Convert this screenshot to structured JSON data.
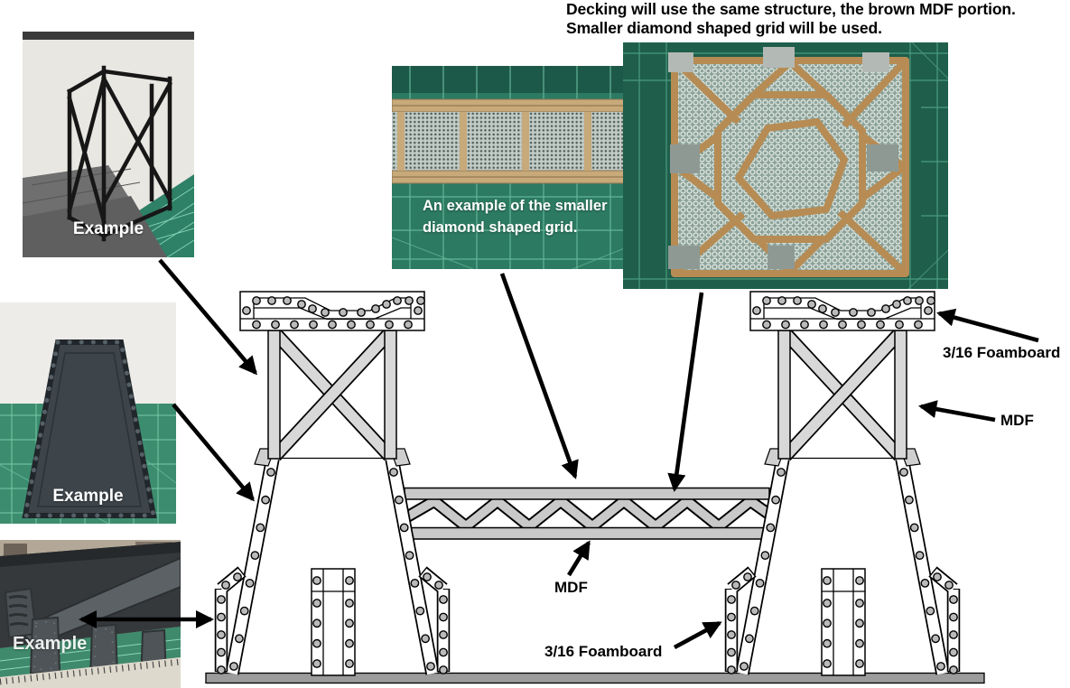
{
  "heading": {
    "line1": "Decking will use the same structure, the brown MDF portion.",
    "line2": "Smaller diamond shaped grid will be used."
  },
  "annotations": {
    "foamboard_top": "3/16 Foamboard",
    "mdf_tower": "MDF",
    "mdf_deck": "MDF",
    "foamboard_bottom": "3/16 Foamboard"
  },
  "photos": {
    "tower_frame": {
      "caption": "Example"
    },
    "side_panel": {
      "caption": "Example"
    },
    "buttress_base": {
      "caption": "Example"
    },
    "mesh_strip": {
      "caption_line1": "An example of the smaller",
      "caption_line2": "diamond shaped grid."
    },
    "grid_panel": {
      "caption": ""
    }
  },
  "colors": {
    "cutting_mat_green": "#2c7a61",
    "dark_mat_green": "#1e5e4b",
    "mdf_tan": "#b68c54",
    "strip_tan": "#c7a97a",
    "drawing_member_grey": "#d8d8d8",
    "truss_grey": "#c9c9c9",
    "ground_grey": "#9c9c9c",
    "arrow_black": "#000000",
    "model_dark_grey": "#3d454b"
  }
}
